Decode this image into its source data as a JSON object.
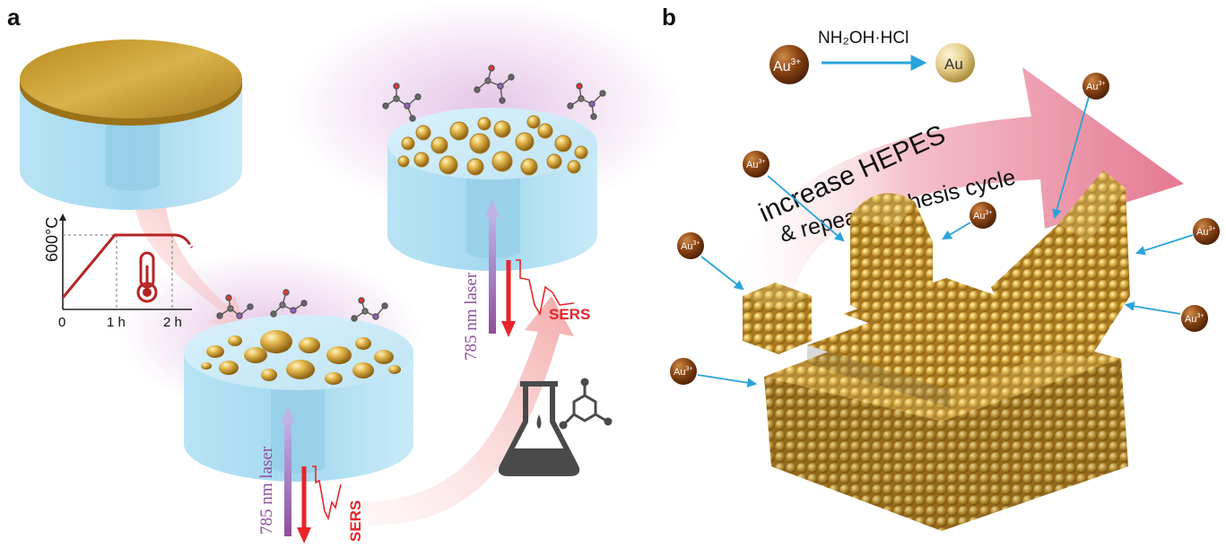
{
  "panel_a": {
    "letter": "a",
    "graph": {
      "y_label": "600°C",
      "x_ticks": [
        "0",
        "1 h",
        "2 h"
      ]
    },
    "laser_label": "785 nm laser",
    "sers_label": "SERS"
  },
  "panel_b": {
    "letter": "b",
    "reaction": {
      "reactant": "Au",
      "reactant_charge": "3+",
      "reagent": "NH₂OH·HCl",
      "product": "Au"
    },
    "arrow_text_line1": "increase HEPES",
    "arrow_text_line2": "& repeat synthesis cycle",
    "ion_label": "Au",
    "ion_charge": "3+"
  },
  "colors": {
    "gold": "#d4a53c",
    "glass": "#a9dcf2",
    "laser": "#9b6fb6",
    "sers": "#e8242a",
    "ion_brown": "#7a3f12",
    "ion_arrow": "#29a3db",
    "big_arrow": "#e98da0"
  }
}
